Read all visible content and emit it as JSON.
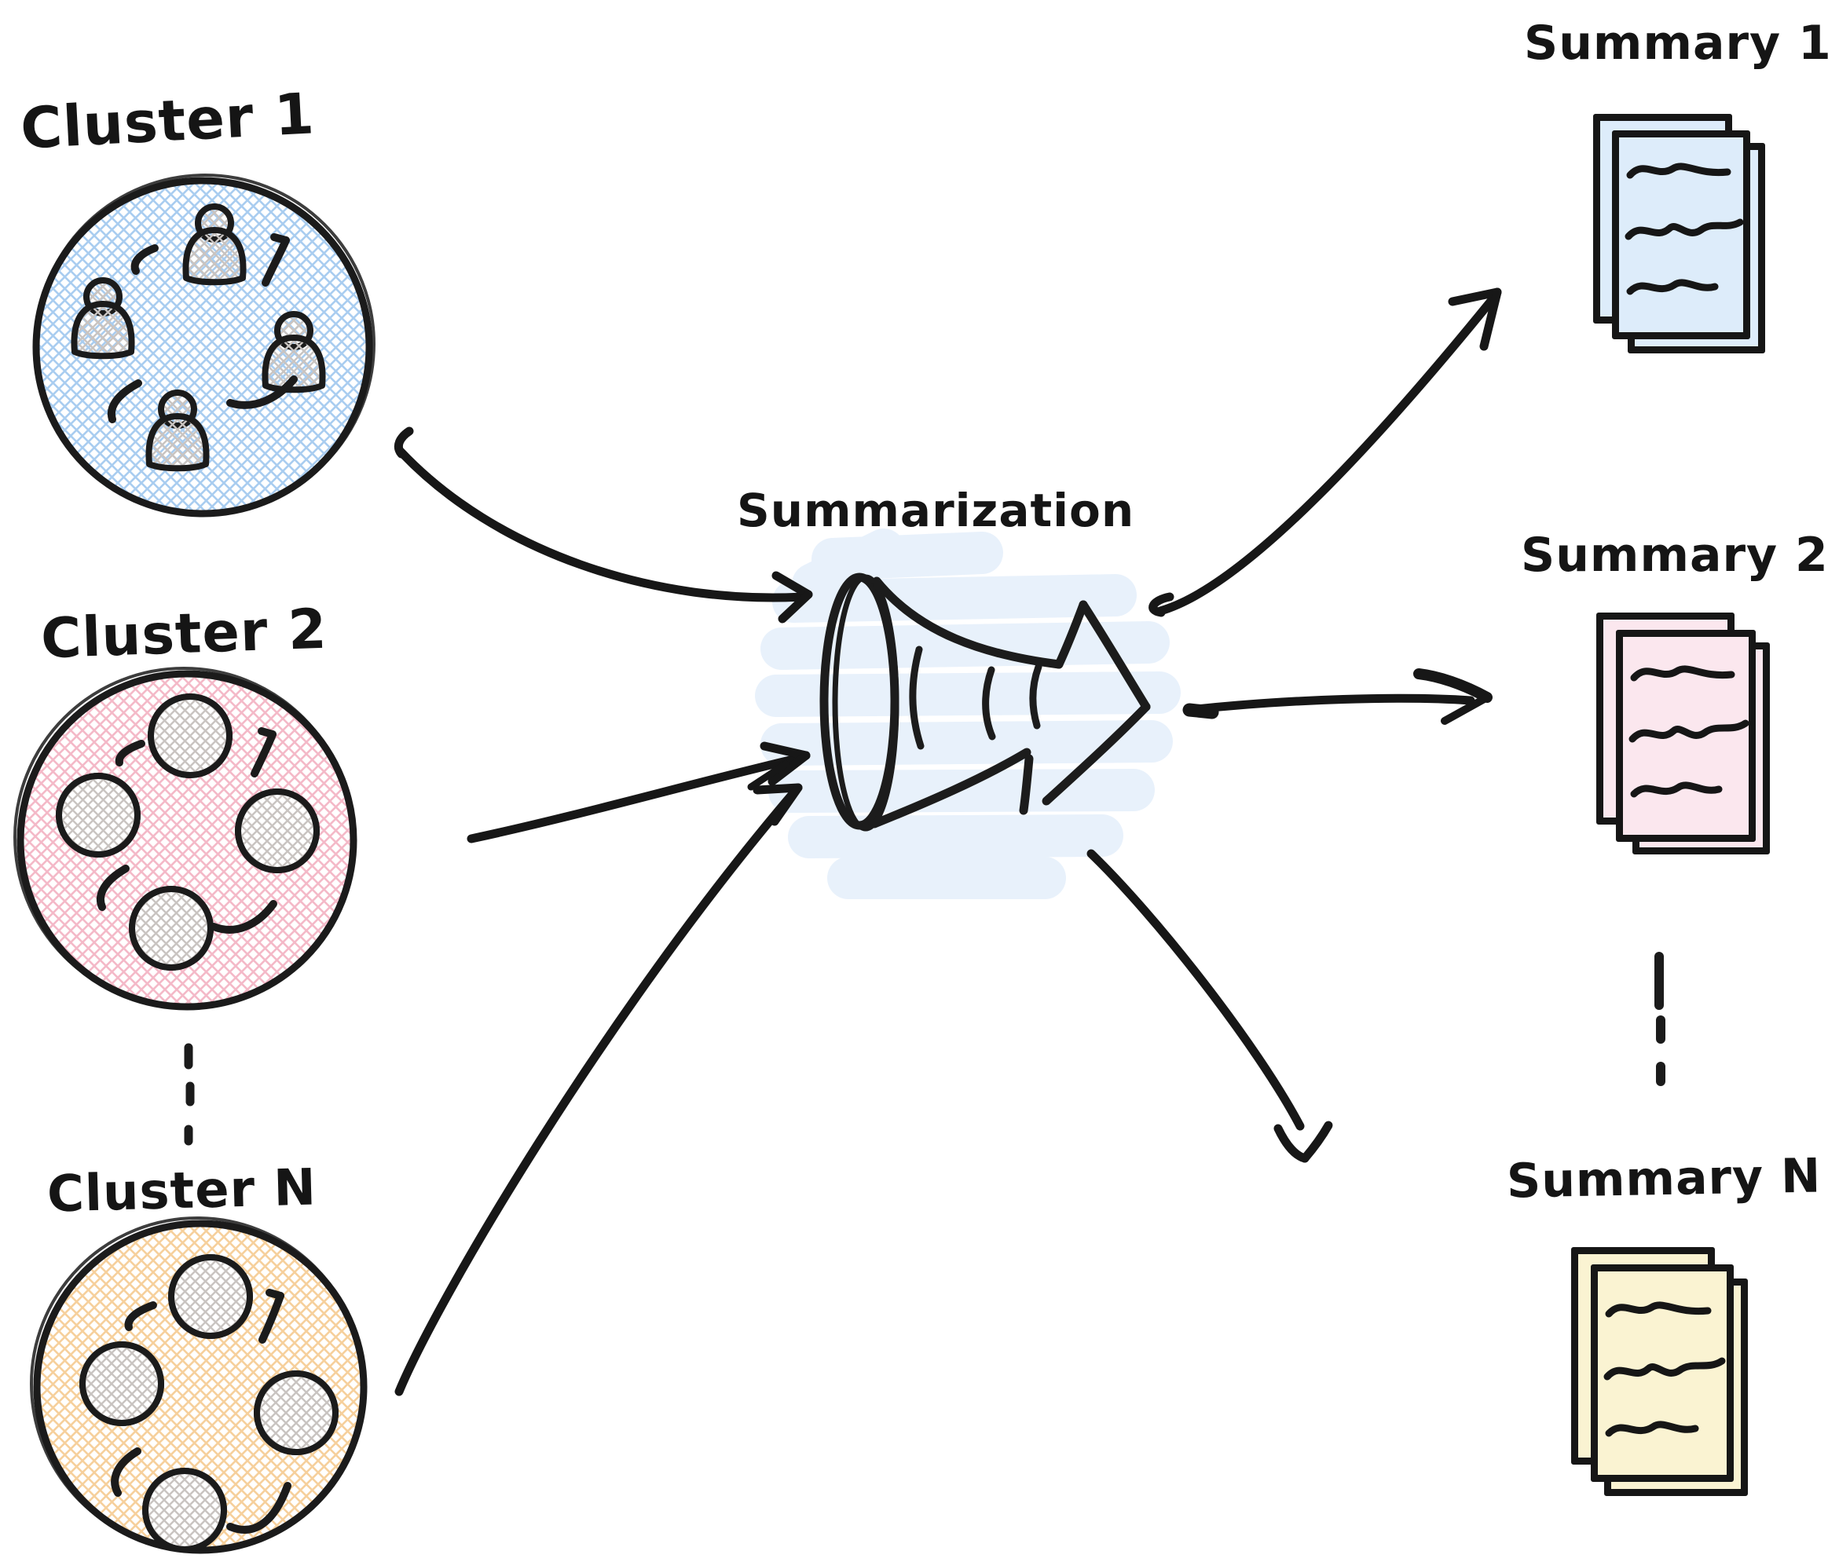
{
  "diagram": {
    "title_context": "clustering to summarization flow",
    "ink_color": "#1b1b1b",
    "clusters": [
      {
        "label": "Cluster 1",
        "hatch_color": "#a9cdf0",
        "content": "people",
        "icon": "person-icon"
      },
      {
        "label": "Cluster 2",
        "hatch_color": "#f4b9c8",
        "content": "items",
        "icon": "item-circle-icon"
      },
      {
        "label": "Cluster N",
        "hatch_color": "#f6d09c",
        "content": "items",
        "icon": "item-circle-icon"
      }
    ],
    "process": {
      "label": "Summarization",
      "highlight_color": "#e8f1fb",
      "icon": "funnel-arrow-icon"
    },
    "summaries": [
      {
        "label": "Summary 1",
        "page_color": "#ddecfa"
      },
      {
        "label": "Summary 2",
        "page_color": "#fbe7ee"
      },
      {
        "label": "Summary N",
        "page_color": "#faf3d2"
      }
    ],
    "connectors": {
      "cluster_ellipsis_dashes": 3,
      "summary_ellipsis_dashes": 3,
      "input_arrows": 3,
      "output_arrows": 3
    }
  }
}
